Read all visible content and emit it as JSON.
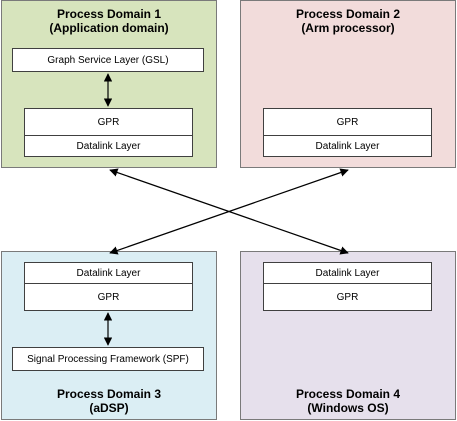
{
  "domains": {
    "d1": {
      "title": "Process Domain 1",
      "subtitle": "(Application domain)"
    },
    "d2": {
      "title": "Process Domain 2",
      "subtitle": "(Arm processor)"
    },
    "d3": {
      "title": "Process Domain 3",
      "subtitle": "(aDSP)"
    },
    "d4": {
      "title": "Process Domain 4",
      "subtitle": "(Windows OS)"
    }
  },
  "layers": {
    "gsl": "Graph Service Layer (GSL)",
    "gpr": "GPR",
    "datalink": "Datalink Layer",
    "spf": "Signal Processing Framework (SPF)"
  }
}
